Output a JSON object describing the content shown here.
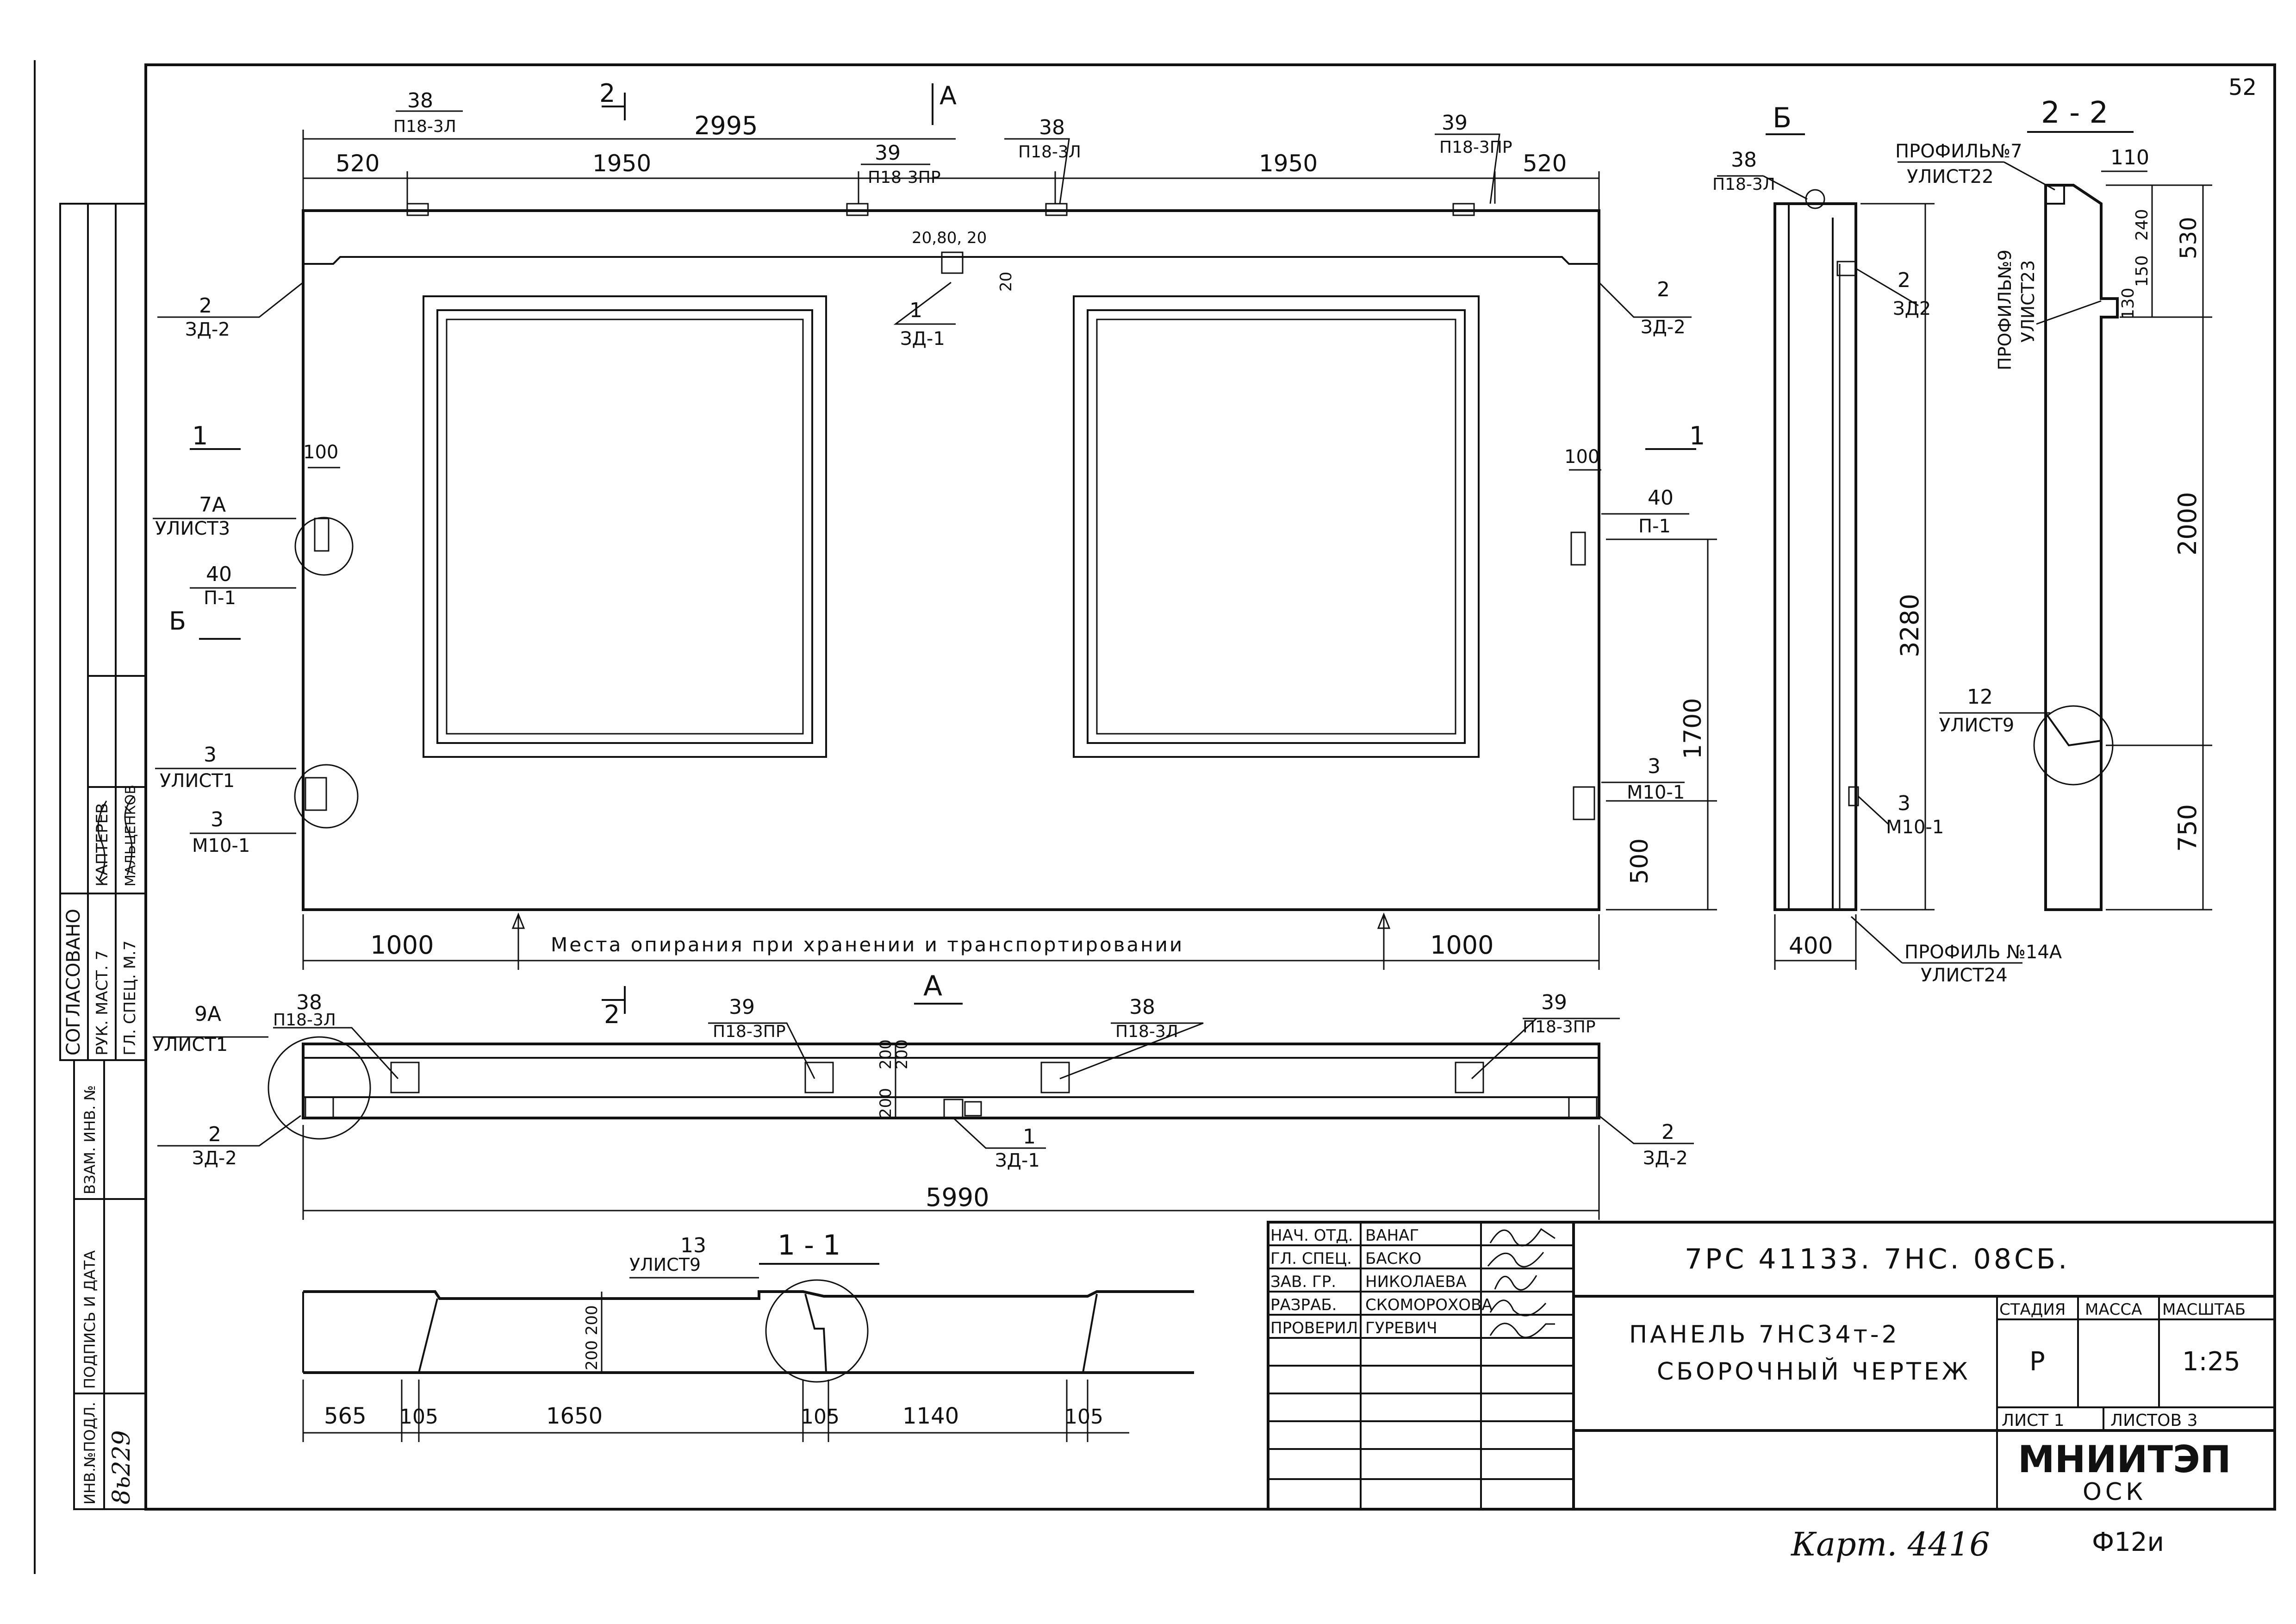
{
  "sheet_number": "52",
  "approval": {
    "title": "СОГЛАСОВАНО",
    "rows": [
      {
        "role": "РУК. МАСТ. 7",
        "name": "КАПТЕРЕВ"
      },
      {
        "role": "ГЛ. СПЕЦ. М.7",
        "name": "МАЛЬЦЕНКОВ"
      }
    ]
  },
  "side_stamp": {
    "inv_podl": "ИНВ.№ПОДЛ.",
    "podpis_data": "ПОДПИСЬ И ДАТА",
    "vzam_inv": "ВЗАМ. ИНВ. №",
    "inv_number": "8ь229"
  },
  "elevation": {
    "section_2_marker": "2",
    "section_A_marker": "А",
    "section_1_marker": "1",
    "view_B_marker": "Б",
    "dim_2995": "2995",
    "dim_520_left": "520",
    "dim_520_right": "520",
    "dim_1950_left": "1950",
    "dim_1950_right": "1950",
    "dim_100_left": "100",
    "dim_100_right": "100",
    "dim_1700": "1700",
    "dim_500": "500",
    "dim_1000_left": "1000",
    "dim_1000_right": "1000",
    "dim_20": "20",
    "dim_20_80_20": "20,80, 20",
    "support_note": "Места опирания при хранении и транспортировании",
    "callouts": [
      {
        "num": "38",
        "ref": "П18-3Л"
      },
      {
        "num": "39",
        "ref": "П18-3ПР"
      },
      {
        "num": "38",
        "ref": "П18-3Л"
      },
      {
        "num": "39",
        "ref": "П18-3ПР"
      },
      {
        "num": "2",
        "ref": "ЗД-2"
      },
      {
        "num": "2",
        "ref": "ЗД-2"
      },
      {
        "num": "1",
        "ref": "ЗД-1"
      },
      {
        "num": "7А",
        "ref": "УЛИСТ3"
      },
      {
        "num": "40",
        "ref": "П-1"
      },
      {
        "num": "40",
        "ref": "П-1"
      },
      {
        "num": "3",
        "ref": "УЛИСТ1"
      },
      {
        "num": "3",
        "ref": "М10-1"
      },
      {
        "num": "3",
        "ref": "М10-1"
      }
    ]
  },
  "plan_A": {
    "title": "А",
    "dim_5990": "5990",
    "dim_200_a": "200",
    "dim_200_b": "200",
    "dim_200_c": "200",
    "callouts": [
      {
        "num": "9А",
        "ref": "УЛИСТ1"
      },
      {
        "num": "38",
        "ref": "П18-3Л"
      },
      {
        "num": "39",
        "ref": "П18-3ПР"
      },
      {
        "num": "38",
        "ref": "П18-3Л"
      },
      {
        "num": "39",
        "ref": "П18-3ПР"
      },
      {
        "num": "2",
        "ref": "ЗД-2"
      },
      {
        "num": "1",
        "ref": "ЗД-1"
      },
      {
        "num": "2",
        "ref": "ЗД-2"
      }
    ]
  },
  "section_11": {
    "title": "1 - 1",
    "callout": {
      "num": "13",
      "ref": "УЛИСТ9"
    },
    "dims": [
      "565",
      "105",
      "1650",
      "105",
      "1140",
      "105"
    ],
    "dim_200_200": "200 200"
  },
  "view_B": {
    "title": "Б",
    "callout_top": {
      "num": "38",
      "ref": "П18-3Л"
    },
    "callout_2": {
      "num": "2",
      "ref": "ЗД2"
    },
    "callout_3": {
      "num": "3",
      "ref": "М10-1"
    },
    "dim_3280": "3280",
    "dim_400": "400",
    "profile_14A": {
      "num": "ПРОФИЛЬ №14А",
      "ref": "УЛИСТ24"
    }
  },
  "section_22": {
    "title": "2 - 2",
    "profile7": {
      "num": "ПРОФИЛЬ№7",
      "ref": "УЛИСТ22"
    },
    "profile9": {
      "num": "ПРОФИЛЬ№9",
      "ref": "УЛИСТ23"
    },
    "callout_12": {
      "num": "12",
      "ref": "УЛИСТ9"
    },
    "dim_110": "110",
    "dim_240": "240",
    "dim_530": "530",
    "dim_150": "150",
    "dim_130": "130",
    "dim_2000": "2000",
    "dim_750": "750"
  },
  "title_block": {
    "code": "7РС 41133. 7НС. 08СБ.",
    "name_line1": "ПАНЕЛЬ 7НС34т-2",
    "name_line2": "СБОРОЧНЫЙ ЧЕРТЕЖ",
    "stage_label": "СТАДИЯ",
    "mass_label": "МАССА",
    "scale_label": "МАСШТАБ",
    "stage": "Р",
    "scale": "1:25",
    "sheet_label": "ЛИСТ 1",
    "sheets_label": "ЛИСТОВ 3",
    "org": "МНИИТЭП",
    "org_sub": "ОСК",
    "people": [
      {
        "role": "НАЧ. ОТД.",
        "name": "ВАНАГ"
      },
      {
        "role": "ГЛ. СПЕЦ.",
        "name": "БАСКО"
      },
      {
        "role": "ЗАВ. ГР.",
        "name": "НИКОЛАЕВА"
      },
      {
        "role": "РАЗРАБ.",
        "name": "СКОМОРОХОВА"
      },
      {
        "role": "ПРОВЕРИЛ",
        "name": "ГУРЕВИЧ"
      }
    ]
  },
  "footer": {
    "kart": "Карт. 4416",
    "format": "Ф12и"
  }
}
